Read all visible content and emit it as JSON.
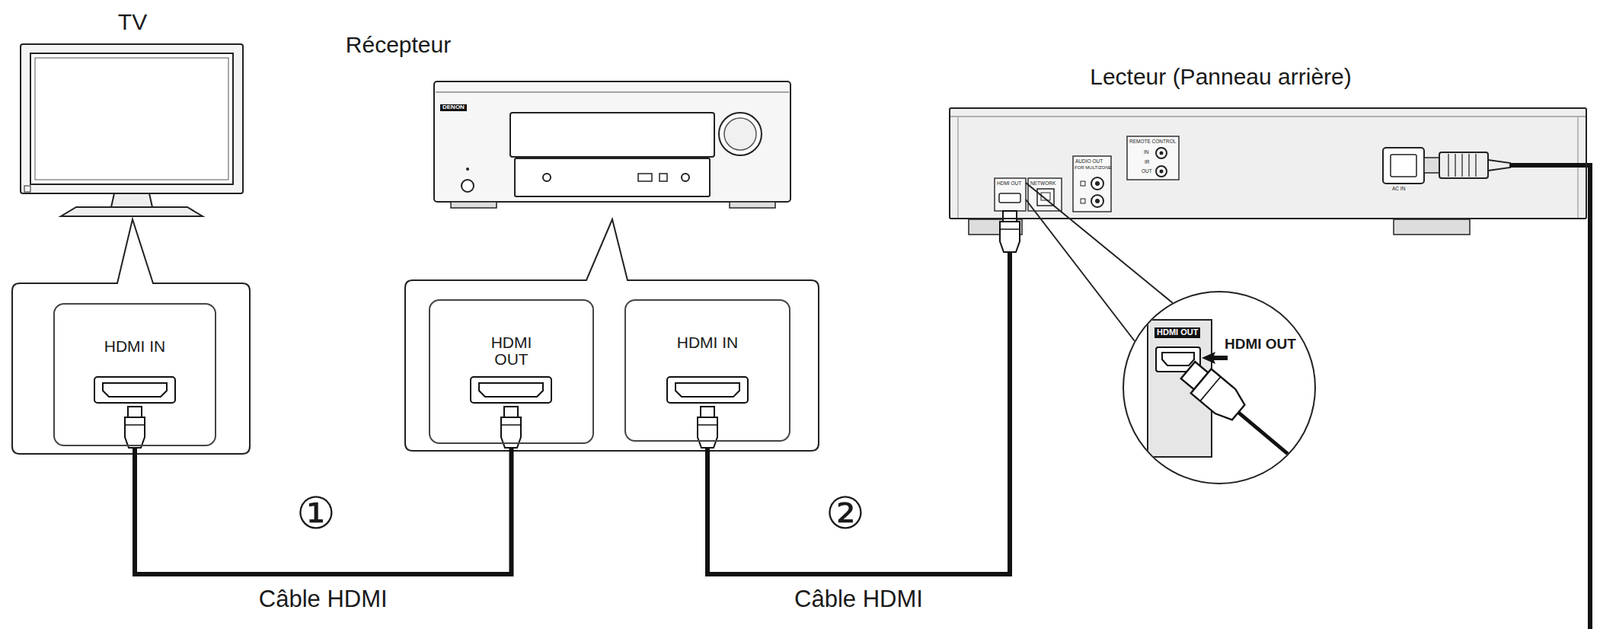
{
  "diagram": {
    "nodes": [
      {
        "text": [
          "HDMI IN"
        ]
      },
      {
        "text": [
          "HDMI OUT"
        ]
      },
      {
        "text": [
          "HDMI IN"
        ]
      },
      {
        "text": [
          "Lecteur (Panneau arrière)"
        ]
      },
      {
        "text": [
          "HDMI OUT",
          "HDMI OUT"
        ]
      }
    ],
    "edges": [
      {
        "from": 1,
        "to": 0,
        "arrow": "none",
        "label": "Câble HDMI"
      },
      {
        "from": 2,
        "to": 3,
        "arrow": "none",
        "label": "Câble HDMI"
      }
    ],
    "labels": [
      "TV",
      "Récepteur",
      "DENON",
      "①",
      "②",
      "HDMI OUT",
      "NETWORK",
      "AUDIO OUT",
      "FOR MULTIZONE",
      "REMOTE CONTROL",
      "IN",
      "IR",
      "OUT",
      "AC IN"
    ]
  }
}
